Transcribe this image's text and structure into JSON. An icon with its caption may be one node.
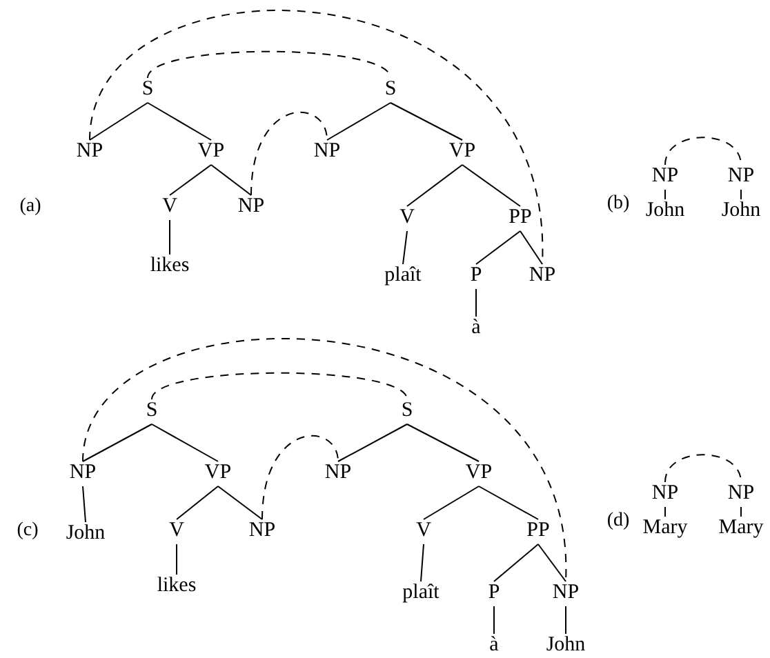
{
  "diagram": {
    "nodes": [
      {
        "text": [
          "S"
        ]
      },
      {
        "text": [
          "NP"
        ]
      },
      {
        "text": [
          "VP"
        ]
      },
      {
        "text": [
          "V"
        ]
      },
      {
        "text": [
          "NP"
        ]
      },
      {
        "text": [
          "likes"
        ]
      },
      {
        "text": [
          "S"
        ]
      },
      {
        "text": [
          "NP"
        ]
      },
      {
        "text": [
          "VP"
        ]
      },
      {
        "text": [
          "V"
        ]
      },
      {
        "text": [
          "PP"
        ]
      },
      {
        "text": [
          "plaît"
        ]
      },
      {
        "text": [
          "P"
        ]
      },
      {
        "text": [
          "NP"
        ]
      },
      {
        "text": [
          "à"
        ]
      },
      {
        "text": [
          "NP"
        ]
      },
      {
        "text": [
          "John"
        ]
      },
      {
        "text": [
          "NP"
        ]
      },
      {
        "text": [
          "John"
        ]
      },
      {
        "text": [
          "S"
        ]
      },
      {
        "text": [
          "NP"
        ]
      },
      {
        "text": [
          "John"
        ]
      },
      {
        "text": [
          "VP"
        ]
      },
      {
        "text": [
          "V"
        ]
      },
      {
        "text": [
          "NP"
        ]
      },
      {
        "text": [
          "likes"
        ]
      },
      {
        "text": [
          "S"
        ]
      },
      {
        "text": [
          "NP"
        ]
      },
      {
        "text": [
          "VP"
        ]
      },
      {
        "text": [
          "V"
        ]
      },
      {
        "text": [
          "PP"
        ]
      },
      {
        "text": [
          "plaît"
        ]
      },
      {
        "text": [
          "P"
        ]
      },
      {
        "text": [
          "NP"
        ]
      },
      {
        "text": [
          "à"
        ]
      },
      {
        "text": [
          "John"
        ]
      },
      {
        "text": [
          "NP"
        ]
      },
      {
        "text": [
          "Mary"
        ]
      },
      {
        "text": [
          "NP"
        ]
      },
      {
        "text": [
          "Mary"
        ]
      }
    ],
    "edges": [
      {
        "from": 0,
        "to": 1,
        "arrow": "none"
      },
      {
        "from": 0,
        "to": 2,
        "arrow": "none"
      },
      {
        "from": 2,
        "to": 3,
        "arrow": "none"
      },
      {
        "from": 2,
        "to": 4,
        "arrow": "none"
      },
      {
        "from": 3,
        "to": 5,
        "arrow": "none"
      },
      {
        "from": 6,
        "to": 7,
        "arrow": "none"
      },
      {
        "from": 6,
        "to": 8,
        "arrow": "none"
      },
      {
        "from": 8,
        "to": 9,
        "arrow": "none"
      },
      {
        "from": 8,
        "to": 10,
        "arrow": "none"
      },
      {
        "from": 9,
        "to": 11,
        "arrow": "none"
      },
      {
        "from": 10,
        "to": 12,
        "arrow": "none"
      },
      {
        "from": 10,
        "to": 13,
        "arrow": "none"
      },
      {
        "from": 12,
        "to": 14,
        "arrow": "none"
      },
      {
        "from": 1,
        "to": 13,
        "arrow": "none",
        "style": "dashed"
      },
      {
        "from": 0,
        "to": 6,
        "arrow": "none",
        "style": "dashed"
      },
      {
        "from": 4,
        "to": 7,
        "arrow": "none",
        "style": "dashed"
      },
      {
        "from": 15,
        "to": 16,
        "arrow": "none"
      },
      {
        "from": 17,
        "to": 18,
        "arrow": "none"
      },
      {
        "from": 15,
        "to": 17,
        "arrow": "none",
        "style": "dashed"
      },
      {
        "from": 19,
        "to": 20,
        "arrow": "none"
      },
      {
        "from": 19,
        "to": 22,
        "arrow": "none"
      },
      {
        "from": 20,
        "to": 21,
        "arrow": "none"
      },
      {
        "from": 22,
        "to": 23,
        "arrow": "none"
      },
      {
        "from": 22,
        "to": 24,
        "arrow": "none"
      },
      {
        "from": 23,
        "to": 25,
        "arrow": "none"
      },
      {
        "from": 26,
        "to": 27,
        "arrow": "none"
      },
      {
        "from": 26,
        "to": 28,
        "arrow": "none"
      },
      {
        "from": 28,
        "to": 29,
        "arrow": "none"
      },
      {
        "from": 28,
        "to": 30,
        "arrow": "none"
      },
      {
        "from": 29,
        "to": 31,
        "arrow": "none"
      },
      {
        "from": 30,
        "to": 32,
        "arrow": "none"
      },
      {
        "from": 30,
        "to": 33,
        "arrow": "none"
      },
      {
        "from": 32,
        "to": 34,
        "arrow": "none"
      },
      {
        "from": 33,
        "to": 35,
        "arrow": "none"
      },
      {
        "from": 20,
        "to": 33,
        "arrow": "none",
        "style": "dashed"
      },
      {
        "from": 19,
        "to": 26,
        "arrow": "none",
        "style": "dashed"
      },
      {
        "from": 24,
        "to": 27,
        "arrow": "none",
        "style": "dashed"
      },
      {
        "from": 36,
        "to": 37,
        "arrow": "none"
      },
      {
        "from": 38,
        "to": 39,
        "arrow": "none"
      },
      {
        "from": 36,
        "to": 38,
        "arrow": "none",
        "style": "dashed"
      }
    ],
    "labels": [
      "(a)",
      "(b)",
      "(c)",
      "(d)"
    ]
  }
}
